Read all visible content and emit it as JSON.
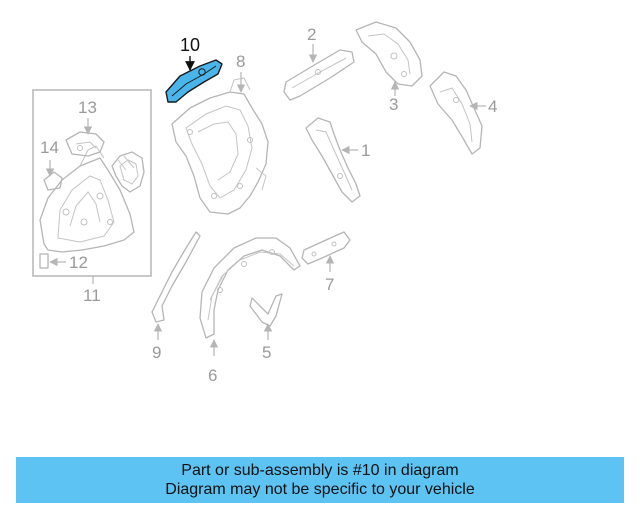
{
  "diagram": {
    "highlight_color": "#49b5ea",
    "line_color": "#b5b5b5",
    "callouts": {
      "c1": "1",
      "c2": "2",
      "c3": "3",
      "c4": "4",
      "c5": "5",
      "c6": "6",
      "c7": "7",
      "c8": "8",
      "c9": "9",
      "c10": "10",
      "c11": "11",
      "c12": "12",
      "c13": "13",
      "c14": "14"
    }
  },
  "banner": {
    "background": "#5cc3f2",
    "line1": "Part or sub-assembly is #10 in diagram",
    "line2": "Diagram may not be specific to your vehicle"
  }
}
